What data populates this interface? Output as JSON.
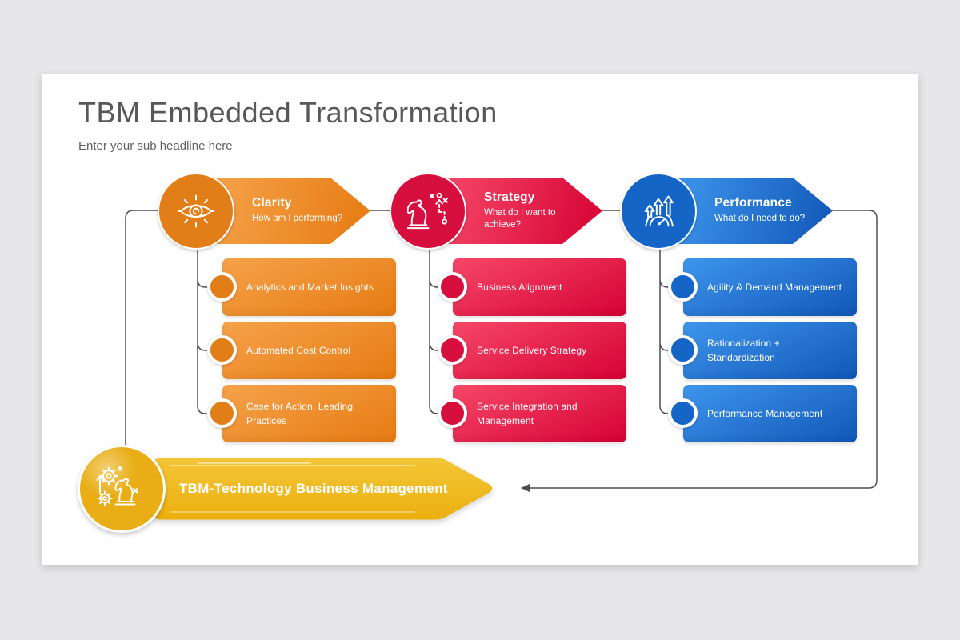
{
  "page": {
    "canvas_background": "#e7e7e9",
    "slide_background": "#ffffff",
    "connector_color": "#4d4e52",
    "title_color": "#58585a"
  },
  "header": {
    "title": "TBM Embedded Transformation",
    "subtitle": "Enter your sub headline here"
  },
  "columns": [
    {
      "id": "clarity",
      "title": "Clarity",
      "question": "How am I performing?",
      "icon": "eye-icon",
      "color_light": "#F6A24A",
      "color_dark": "#E67B12",
      "circle_color": "#E27E17",
      "items": [
        "Analytics and Market Insights",
        "Automated Cost Control",
        "Case for Action, Leading Practices"
      ]
    },
    {
      "id": "strategy",
      "title": "Strategy",
      "question": "What do I want to achieve?",
      "icon": "chess-knight-strategy-icon",
      "color_light": "#F64768",
      "color_dark": "#D60233",
      "circle_color": "#D70F3E",
      "items": [
        "Business Alignment",
        "Service Delivery Strategy",
        "Service Integration and Management"
      ]
    },
    {
      "id": "performance",
      "title": "Performance",
      "question": "What do I need to do?",
      "icon": "growth-arrows-gauge-icon",
      "color_light": "#3E96EC",
      "color_dark": "#1157B8",
      "circle_color": "#1565C6",
      "items": [
        "Agility & Demand Management",
        "Rationalization + Standardization",
        "Performance Management"
      ]
    }
  ],
  "banner": {
    "label": "TBM-Technology Business Management",
    "icon": "knight-gears-icon",
    "color_light": "#F3C637",
    "color_dark": "#ECAF0E",
    "circle_color": "#E9AE16"
  }
}
